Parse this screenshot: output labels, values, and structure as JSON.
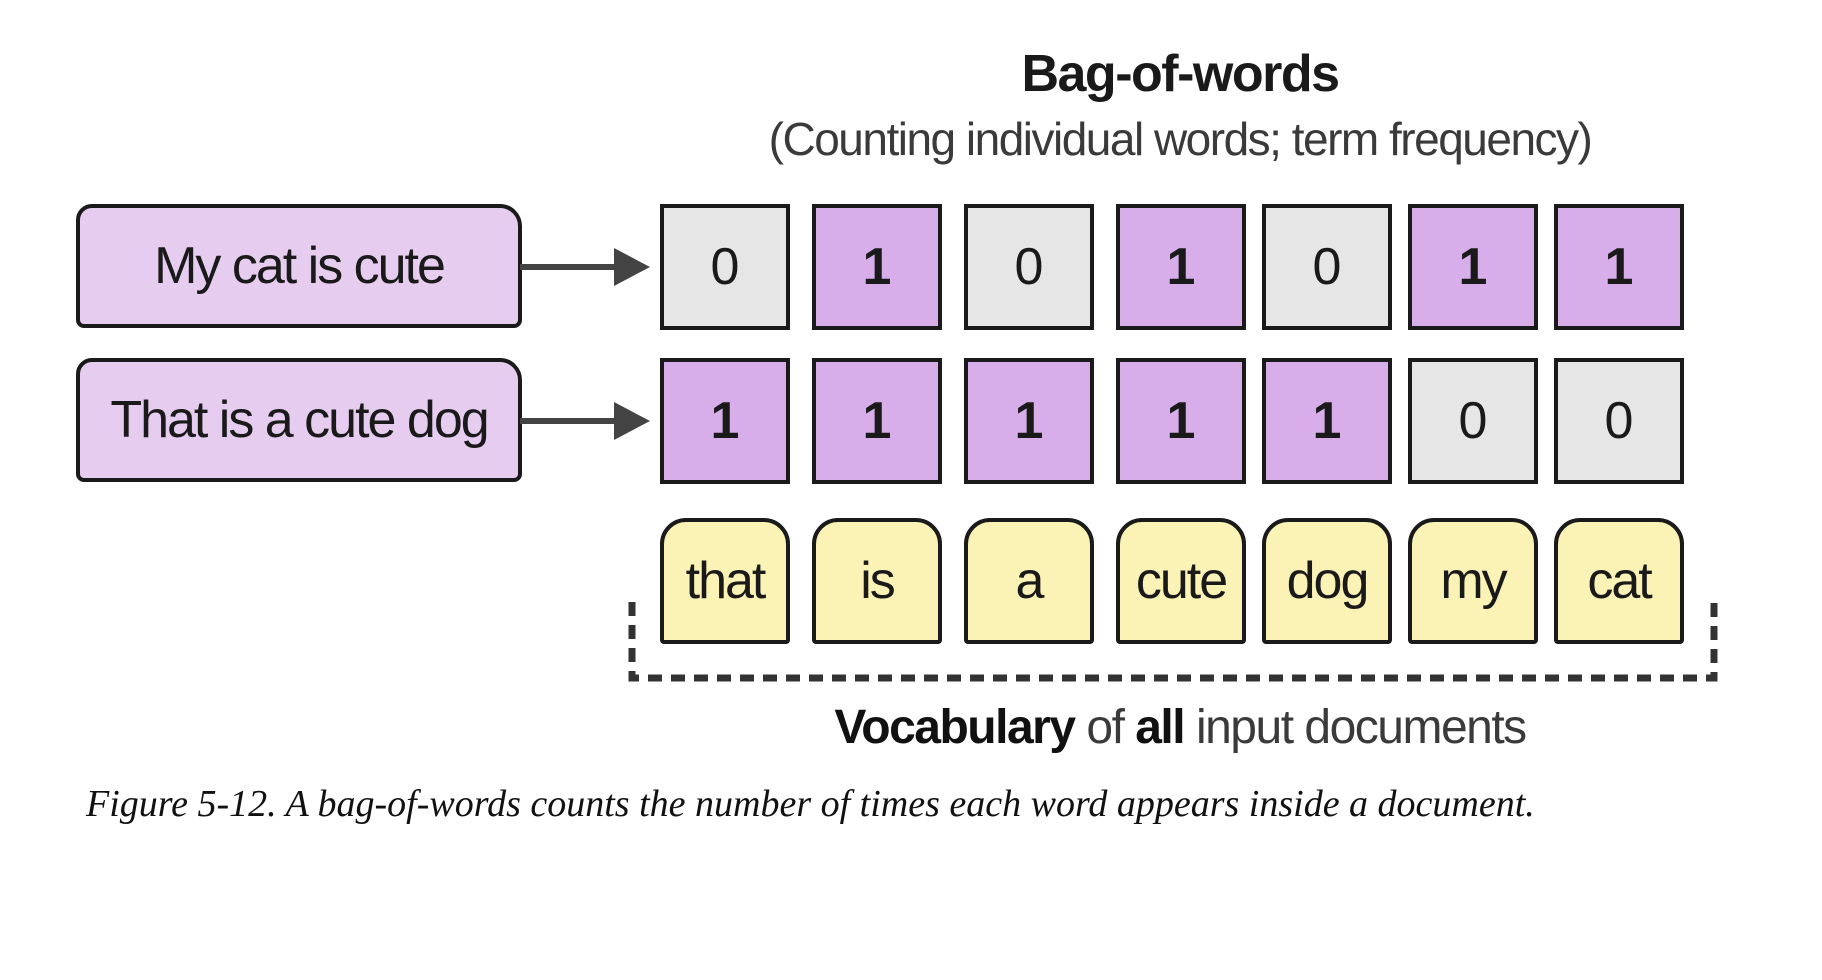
{
  "title": "Bag-of-words",
  "subtitle": "(Counting individual words; term frequency)",
  "documents": [
    {
      "text": "My cat is cute",
      "counts": [
        "0",
        "1",
        "0",
        "1",
        "0",
        "1",
        "1"
      ]
    },
    {
      "text": "That is a cute dog",
      "counts": [
        "1",
        "1",
        "1",
        "1",
        "1",
        "0",
        "0"
      ]
    }
  ],
  "vocabulary": [
    "that",
    "is",
    "a",
    "cute",
    "dog",
    "my",
    "cat"
  ],
  "vocabulary_caption": {
    "part1": "Vocabulary",
    "part2": " of ",
    "part3": "all",
    "part4": " input documents"
  },
  "figure_caption": "Figure 5-12. A bag-of-words counts the number of times each word appears inside a document.",
  "colors": {
    "document_fill": "#e6cdf0",
    "count_one_fill": "#d8aeea",
    "count_zero_fill": "#e6e6e6",
    "vocabulary_fill": "#fbf2b5",
    "arrow": "#444444"
  }
}
